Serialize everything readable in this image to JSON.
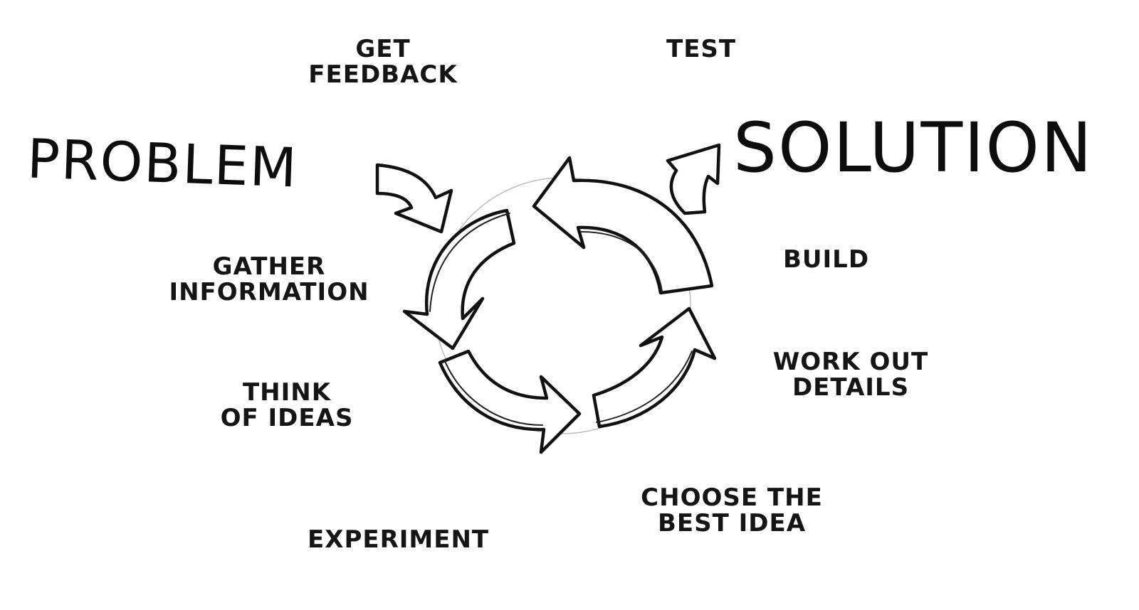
{
  "diagram": {
    "problem": "Problem",
    "solution": "Solution",
    "get_feedback": [
      "Get",
      "Feedback"
    ],
    "test": "Test",
    "gather_information": [
      "Gather",
      "Information"
    ],
    "build": "Build",
    "think_of_ideas": [
      "Think",
      "of Ideas"
    ],
    "work_out_details": [
      "Work out",
      "Details"
    ],
    "choose_best_idea": [
      "Choose the",
      "Best Idea"
    ],
    "experiment": "Experiment"
  },
  "icons": {
    "cycle": "circular-arrows-icon",
    "problem_arrow": "curved-arrow-down-right-icon",
    "solution_arrow": "curved-arrow-up-right-icon"
  },
  "colors": {
    "ink": "#111111",
    "paper": "#ffffff"
  }
}
